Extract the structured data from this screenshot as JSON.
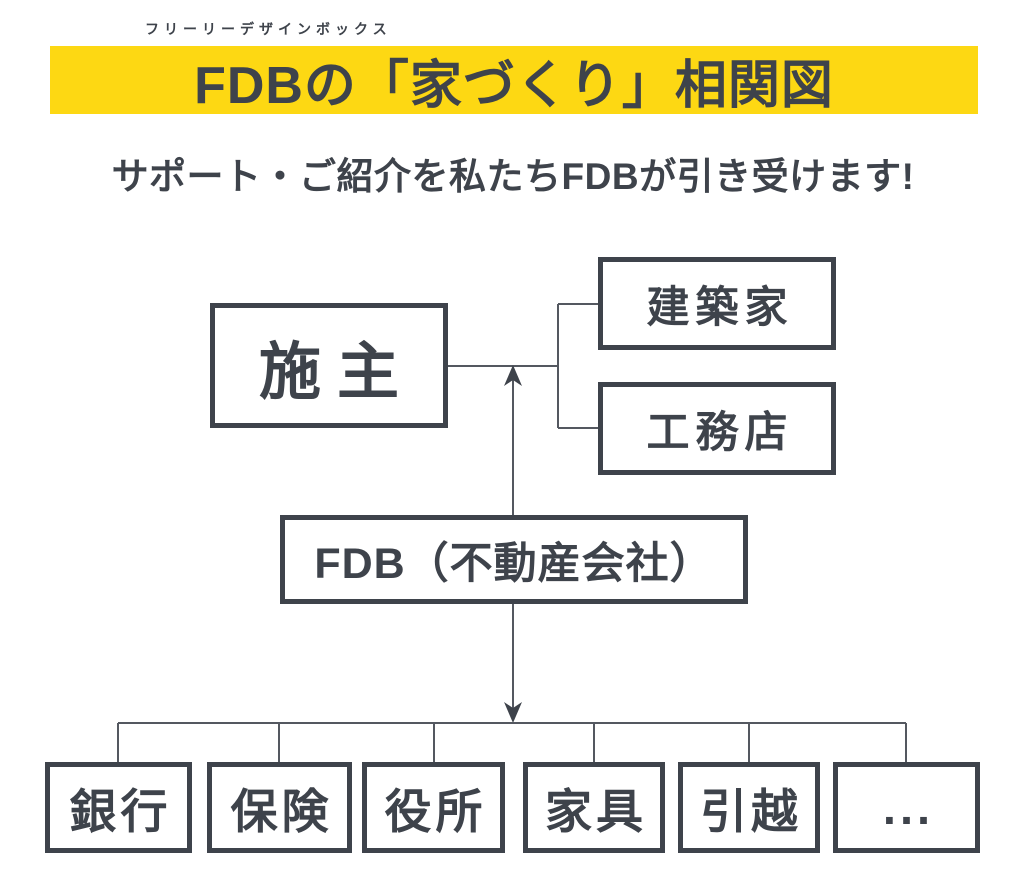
{
  "header": {
    "furigana": "フリーリーデザインボックス",
    "title": "FDBの「家づくり」相関図",
    "subtitle": "サポート・ご紹介を私たちFDBが引き受けます!"
  },
  "colors": {
    "banner_yellow": "#fdd813",
    "ink": "#3e434b",
    "line": "#545860"
  },
  "diagram": {
    "owner": "施主",
    "partners": [
      "建築家",
      "工務店"
    ],
    "company": "FDB（不動産会社）",
    "services": [
      "銀行",
      "保険",
      "役所",
      "家具",
      "引越",
      "..."
    ]
  }
}
